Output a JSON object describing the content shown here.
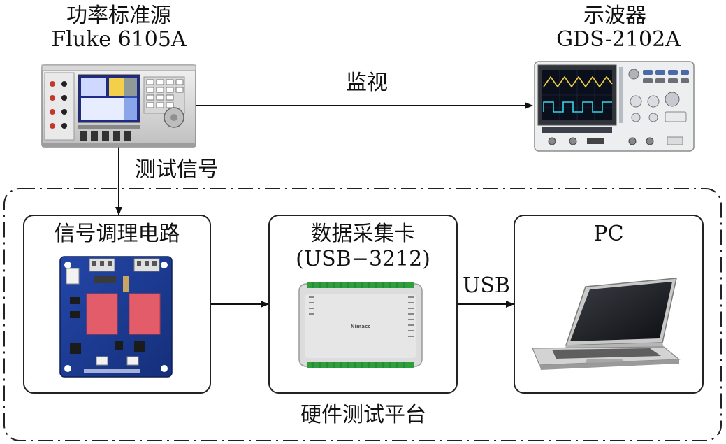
{
  "source": {
    "name": "功率标准源",
    "model": "Fluke 6105A"
  },
  "scope": {
    "name": "示波器",
    "model": "GDS-2102A"
  },
  "links": {
    "monitor": "监视",
    "test_signal": "测试信号",
    "usb": "USB"
  },
  "blocks": {
    "conditioning": {
      "title": "信号调理电路"
    },
    "daq": {
      "title": "数据采集卡",
      "subtitle": "(USB−3212)",
      "device_text": "Nimacc"
    },
    "pc": {
      "title": "PC"
    }
  },
  "platform_label": "硬件测试平台"
}
